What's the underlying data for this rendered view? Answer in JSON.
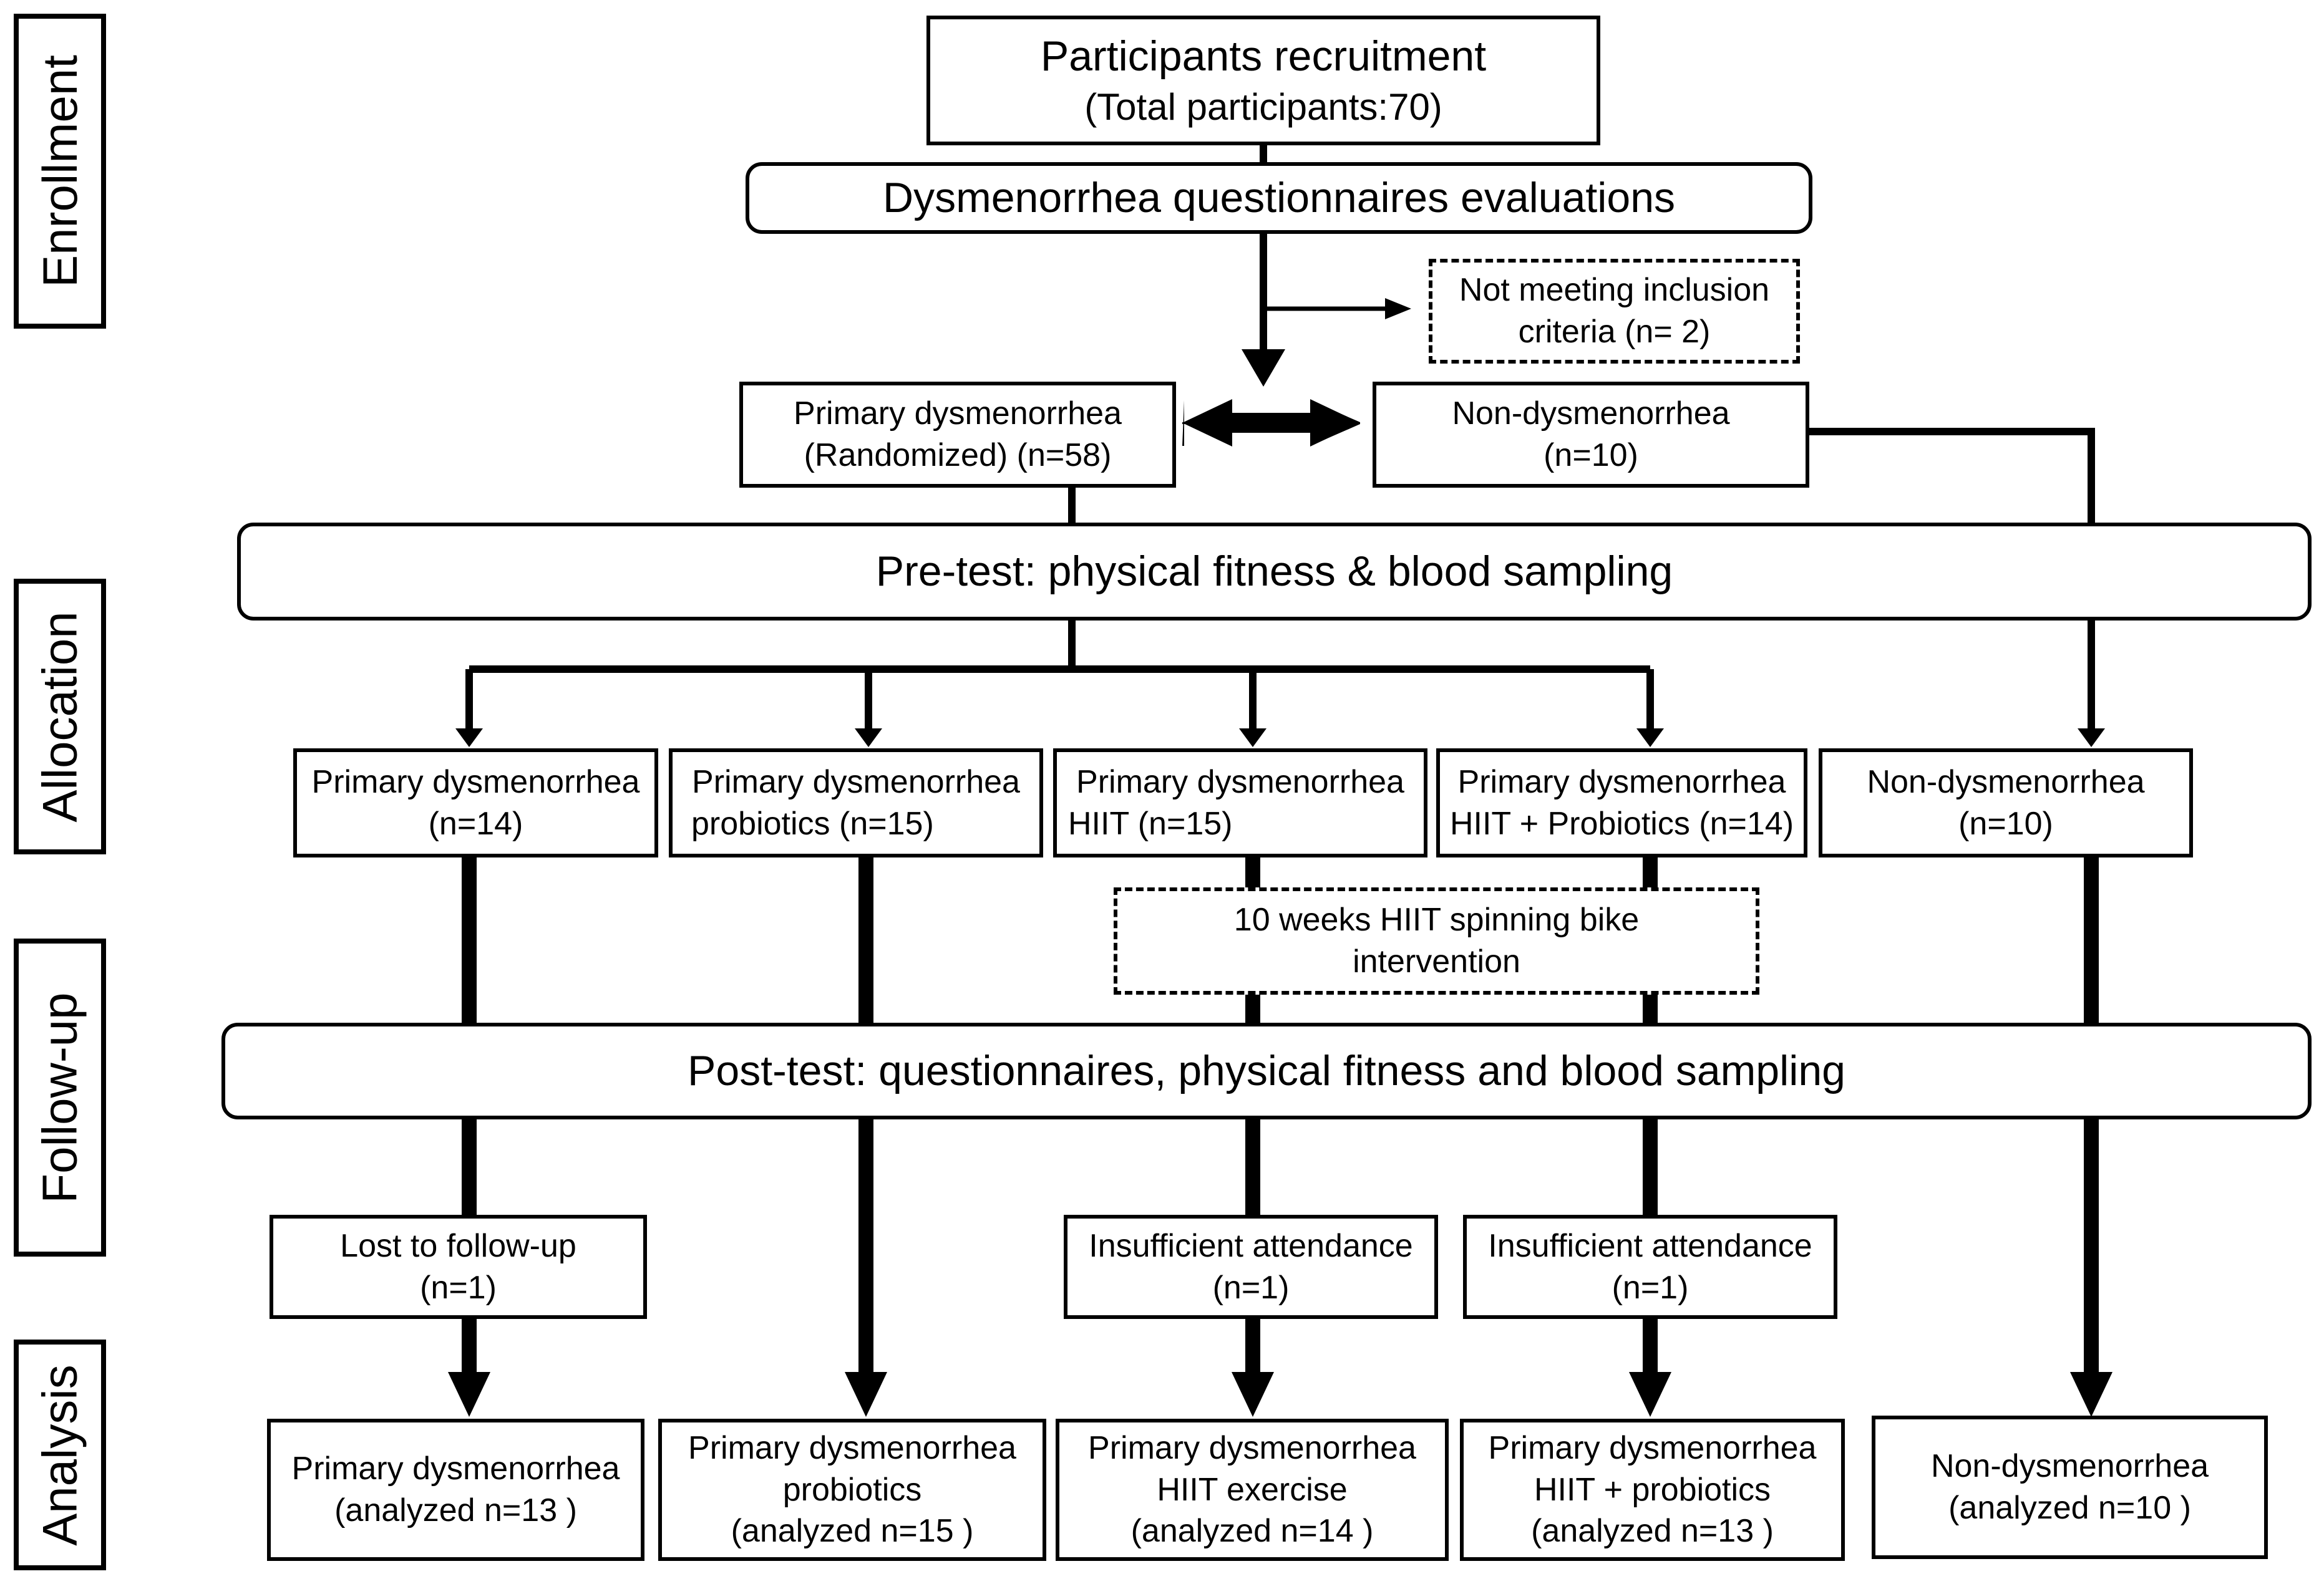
{
  "phases": {
    "enrollment": "Enrollment",
    "allocation": "Allocation",
    "followup": "Follow-up",
    "analysis": "Analysis"
  },
  "recruitment": {
    "line1": "Participants recruitment",
    "line2": "(Total participants:70)"
  },
  "questionnaire": {
    "line1": "Dysmenorrhea questionnaires evaluations"
  },
  "excluded": {
    "line1": "Not meeting inclusion",
    "line2": "criteria (n= 2)"
  },
  "primary_randomized": {
    "line1": "Primary dysmenorrhea",
    "line2": "(Randomized) (n=58)"
  },
  "non_dysmenorrhea_enrolled": {
    "line1": "Non-dysmenorrhea",
    "line2": "(n=10)"
  },
  "pretest": {
    "line1": "Pre-test: physical fitness & blood sampling"
  },
  "allocation_groups": [
    {
      "line1": "Primary dysmenorrhea",
      "line2": "(n=14)"
    },
    {
      "line1": "Primary dysmenorrhea",
      "line2": "probiotics (n=15)"
    },
    {
      "line1": "Primary dysmenorrhea",
      "line2": "HIIT (n=15)"
    },
    {
      "line1": "Primary dysmenorrhea",
      "line2": "HIIT + Probiotics (n=14)"
    },
    {
      "line1": "Non-dysmenorrhea",
      "line2": "(n=10)"
    }
  ],
  "intervention": {
    "line1": "10 weeks HIIT spinning bike",
    "line2": "intervention"
  },
  "posttest": {
    "line1": "Post-test: questionnaires, physical fitness and blood sampling"
  },
  "losses": [
    {
      "line1": "Lost to follow-up",
      "line2": "(n=1)"
    },
    {
      "line1": "Insufficient attendance",
      "line2": "(n=1)"
    },
    {
      "line1": "Insufficient attendance",
      "line2": "(n=1)"
    }
  ],
  "analysis_groups": [
    {
      "line1": "Primary dysmenorrhea",
      "line2": "(analyzed n=13 )"
    },
    {
      "line1": "Primary dysmenorrhea",
      "line2": "probiotics",
      "line3": "(analyzed n=15 )"
    },
    {
      "line1": "Primary dysmenorrhea",
      "line2": "HIIT exercise",
      "line3": "(analyzed n=14 )"
    },
    {
      "line1": "Primary dysmenorrhea",
      "line2": "HIIT + probiotics",
      "line3": "(analyzed n=13 )"
    },
    {
      "line1": "Non-dysmenorrhea",
      "line2": "(analyzed n=10 )"
    }
  ]
}
